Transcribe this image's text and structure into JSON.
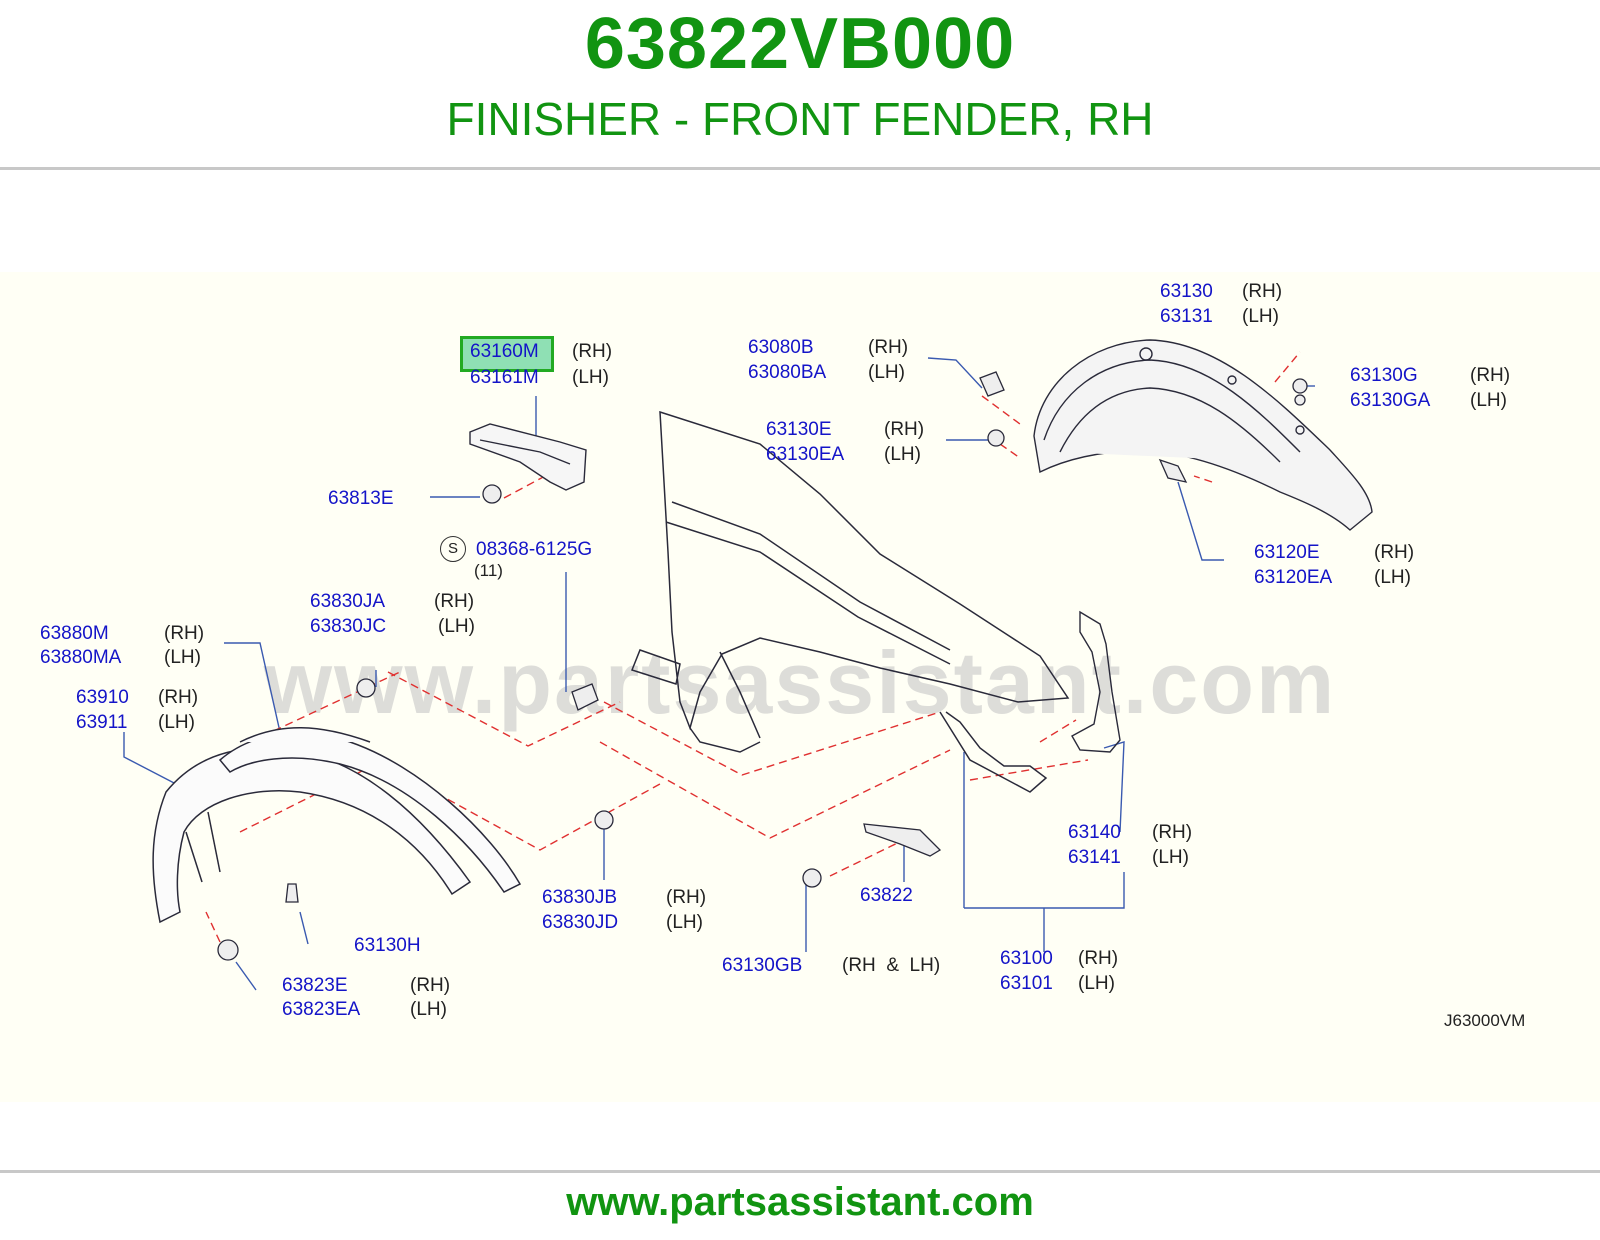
{
  "header": {
    "part_number": "63822VB000",
    "description": "FINISHER - FRONT FENDER, RH"
  },
  "diagram": {
    "watermark": "www.partsassistant.com",
    "drawing_code": "J63000VM",
    "highlighted_part": "63160M",
    "screw_symbol": "S",
    "callouts": [
      {
        "part": "63130",
        "side": "(RH)"
      },
      {
        "part": "63131",
        "side": "(LH)"
      },
      {
        "part": "63160M",
        "side": "(RH)"
      },
      {
        "part": "63161M",
        "side": "(LH)"
      },
      {
        "part": "63080B",
        "side": "(RH)"
      },
      {
        "part": "63080BA",
        "side": "(LH)"
      },
      {
        "part": "63130G",
        "side": "(RH)"
      },
      {
        "part": "63130GA",
        "side": "(LH)"
      },
      {
        "part": "63130E",
        "side": "(RH)"
      },
      {
        "part": "63130EA",
        "side": "(LH)"
      },
      {
        "part": "63813E",
        "side": ""
      },
      {
        "part": "08368-6125G",
        "side": "(11)"
      },
      {
        "part": "63120E",
        "side": "(RH)"
      },
      {
        "part": "63120EA",
        "side": "(LH)"
      },
      {
        "part": "63830JA",
        "side": "(RH)"
      },
      {
        "part": "63830JC",
        "side": "(LH)"
      },
      {
        "part": "63880M",
        "side": "(RH)"
      },
      {
        "part": "63880MA",
        "side": "(LH)"
      },
      {
        "part": "63910",
        "side": "(RH)"
      },
      {
        "part": "63911",
        "side": "(LH)"
      },
      {
        "part": "63140",
        "side": "(RH)"
      },
      {
        "part": "63141",
        "side": "(LH)"
      },
      {
        "part": "63830JB",
        "side": "(RH)"
      },
      {
        "part": "63830JD",
        "side": "(LH)"
      },
      {
        "part": "63822",
        "side": ""
      },
      {
        "part": "63130H",
        "side": ""
      },
      {
        "part": "63100",
        "side": "(RH)"
      },
      {
        "part": "63101",
        "side": "(LH)"
      },
      {
        "part": "63130GB",
        "side": "(RH  &  LH)"
      },
      {
        "part": "63823E",
        "side": "(RH)"
      },
      {
        "part": "63823EA",
        "side": "(LH)"
      }
    ]
  },
  "footer": {
    "url": "www.partsassistant.com"
  },
  "colors": {
    "brand_green": "#119411",
    "callout_blue": "#1414c8",
    "highlight_green": "#22aa22",
    "dashed_red": "#e03030"
  }
}
